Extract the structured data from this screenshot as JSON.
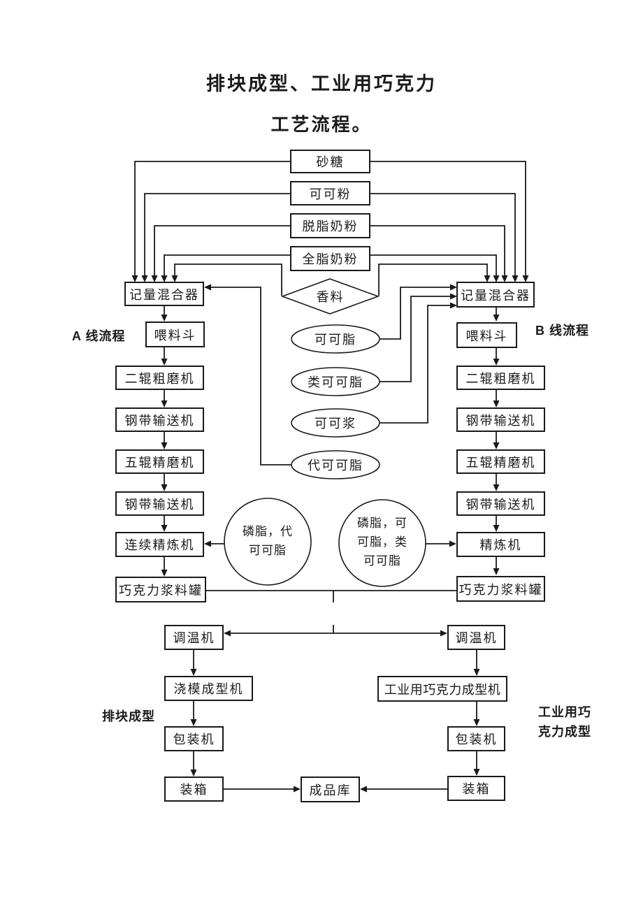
{
  "title": {
    "line1": "排块成型、工业用巧克力",
    "line2": "工艺流程。"
  },
  "inputs": {
    "sugar": "砂糖",
    "cocoa_powder": "可可粉",
    "skim_milk_powder": "脱脂奶粉",
    "whole_milk_powder": "全脂奶粉",
    "flavor": "香料",
    "cocoa_butter": "可可脂",
    "cocoa_butter_equivalent": "类可可脂",
    "cocoa_liquor": "可可浆",
    "cocoa_butter_substitute": "代可可脂",
    "additive_a": "磷脂，代\n可可脂",
    "additive_b": "磷脂，可\n可脂，类\n可可脂"
  },
  "line_a": {
    "label": "A 线流程",
    "mixer": "记量混合器",
    "hopper": "喂料斗",
    "rough_mill": "二辊粗磨机",
    "belt_conveyor1": "钢带输送机",
    "fine_mill": "五辊精磨机",
    "belt_conveyor2": "钢带输送机",
    "refiner": "连续精炼机",
    "tank": "巧克力浆料罐",
    "temper": "调温机",
    "former": "浇模成型机",
    "packer": "包装机",
    "boxer": "装箱",
    "bottom_label": "排块成型"
  },
  "line_b": {
    "label": "B 线流程",
    "mixer": "记量混合器",
    "hopper": "喂料斗",
    "rough_mill": "二辊粗磨机",
    "belt_conveyor1": "钢带输送机",
    "fine_mill": "五辊精磨机",
    "belt_conveyor2": "钢带输送机",
    "refiner": "精炼机",
    "tank": "巧克力浆料罐",
    "temper": "调温机",
    "former": "工业用巧克力成型机",
    "packer": "包装机",
    "boxer": "装箱",
    "bottom_label": "工业用巧\n克力成型"
  },
  "warehouse": "成品库"
}
